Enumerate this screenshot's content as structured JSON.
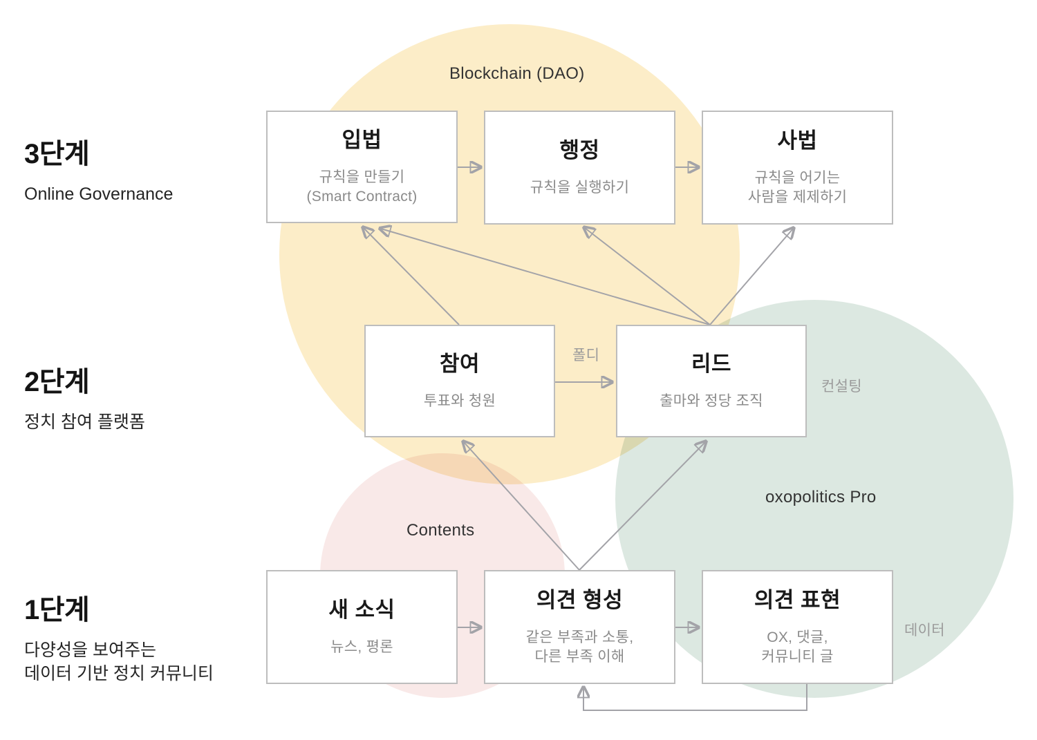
{
  "stages": {
    "stage3": {
      "title": "3단계",
      "subtitle": "Online Governance"
    },
    "stage2": {
      "title": "2단계",
      "subtitle": "정치 참여 플랫폼"
    },
    "stage1": {
      "title": "1단계",
      "subtitle": "다양성을 보여주는\n데이터 기반 정치 커뮤니티"
    }
  },
  "boxes": {
    "legislation": {
      "title": "입법",
      "desc": "규칙을 만들기\n(Smart Contract)"
    },
    "executive": {
      "title": "행정",
      "desc": "규칙을 실행하기"
    },
    "judiciary": {
      "title": "사법",
      "desc": "규칙을 어기는\n사람을 제제하기"
    },
    "participation": {
      "title": "참여",
      "desc": "투표와 청원"
    },
    "lead": {
      "title": "리드",
      "desc": "출마와 정당 조직"
    },
    "news": {
      "title": "새 소식",
      "desc": "뉴스, 평론"
    },
    "opinion_forming": {
      "title": "의견 형성",
      "desc": "같은 부족과 소통,\n다른 부족 이해"
    },
    "opinion_expression": {
      "title": "의견 표현",
      "desc": "OX, 댓글,\n커뮤니티 글"
    }
  },
  "region_labels": {
    "blockchain": "Blockchain (DAO)",
    "contents": "Contents",
    "oxopolitics_pro": "oxopolitics Pro"
  },
  "edge_labels": {
    "poldi": "폴디",
    "consulting": "컨설팅",
    "data": "데이터"
  },
  "colors": {
    "circle_yellow": "#fcedc8",
    "circle_pink": "#f9e9e8",
    "circle_green": "#dce8e1",
    "arrow": "#a3a3a8",
    "box_border": "#bdbdbd",
    "box_title": "#1a1a1a",
    "box_desc": "#8a8a8a",
    "gray_label": "#9b9b9b",
    "dark_label": "#333333"
  }
}
